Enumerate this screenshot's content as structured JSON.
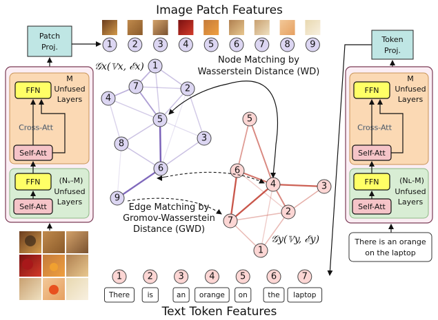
{
  "titles": {
    "top": "Image Patch Features",
    "bottom": "Text Token Features"
  },
  "left_encoder": {
    "proj_label_1": "Patch",
    "proj_label_2": "Proj.",
    "upper_count": "M",
    "upper_text_1": "Unfused",
    "upper_text_2": "Layers",
    "ffn_label": "FFN",
    "cross_att_label": "Cross-Att",
    "self_att_label": "Self-Att",
    "lower_count": "(Nᵥ-M)",
    "lower_text_1": "Unfused",
    "lower_text_2": "Layers"
  },
  "right_encoder": {
    "proj_label_1": "Token",
    "proj_label_2": "Proj.",
    "upper_count": "M",
    "upper_text_1": "Unfused",
    "upper_text_2": "Layers",
    "ffn_label": "FFN",
    "cross_att_label": "Cross-Att",
    "self_att_label": "Self-Att",
    "lower_count": "(Nʟ-M)",
    "lower_text_1": "Unfused",
    "lower_text_2": "Layers",
    "caption_line_1": "There is an orange",
    "caption_line_2": "on the laptop"
  },
  "patches": [
    "1",
    "2",
    "3",
    "4",
    "5",
    "6",
    "7",
    "8",
    "9"
  ],
  "tokens": [
    {
      "num": "1",
      "word": "There"
    },
    {
      "num": "2",
      "word": "is"
    },
    {
      "num": "3",
      "word": "an"
    },
    {
      "num": "4",
      "word": "orange"
    },
    {
      "num": "5",
      "word": "on"
    },
    {
      "num": "6",
      "word": "the"
    },
    {
      "num": "7",
      "word": "laptop"
    }
  ],
  "graph_x": {
    "label": "𝒢x(𝕍x, ℰx)",
    "nodes": [
      "1",
      "2",
      "3",
      "4",
      "5",
      "6",
      "7",
      "8",
      "9"
    ]
  },
  "graph_y": {
    "label": "𝒢y(𝕍y, ℰy)",
    "nodes": [
      "1",
      "2",
      "3",
      "4",
      "5",
      "6",
      "7"
    ]
  },
  "annotations": {
    "node_match_1": "Node Matching by",
    "node_match_2": "Wasserstein Distance (WD)",
    "edge_match_1": "Edge Matching by",
    "edge_match_2": "Gromov-Wasserstein",
    "edge_match_3": "Distance (GWD)"
  },
  "colors": {
    "proj_fill": "#bfe6e4",
    "upper_block": "#fbd9b4",
    "lower_block": "#d8edd4",
    "ffn": "#ffff66",
    "self_att": "#f5c4c8",
    "graph_x_node": "#dcd6f2",
    "graph_y_node": "#fcd6d4"
  }
}
